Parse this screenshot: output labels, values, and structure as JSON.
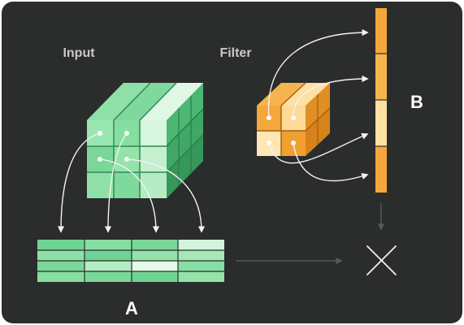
{
  "labels": {
    "input": "Input",
    "filter": "Filter",
    "matrix_a": "A",
    "matrix_b": "B"
  },
  "colors": {
    "background": "#2b2d2c",
    "green_face": "#7fdca0",
    "green_top": "#c6f1d1",
    "green_side": "#3fa866",
    "orange_face": "#f4a73a",
    "orange_top": "#ffe1a6",
    "orange_side": "#d7831c",
    "arrow": "#f2f2f2",
    "connector": "#4f5a6a",
    "label_muted": "#c9c9c9",
    "label_bold": "#ffffff"
  },
  "icons": {
    "operation": "multiply-cross-icon"
  }
}
